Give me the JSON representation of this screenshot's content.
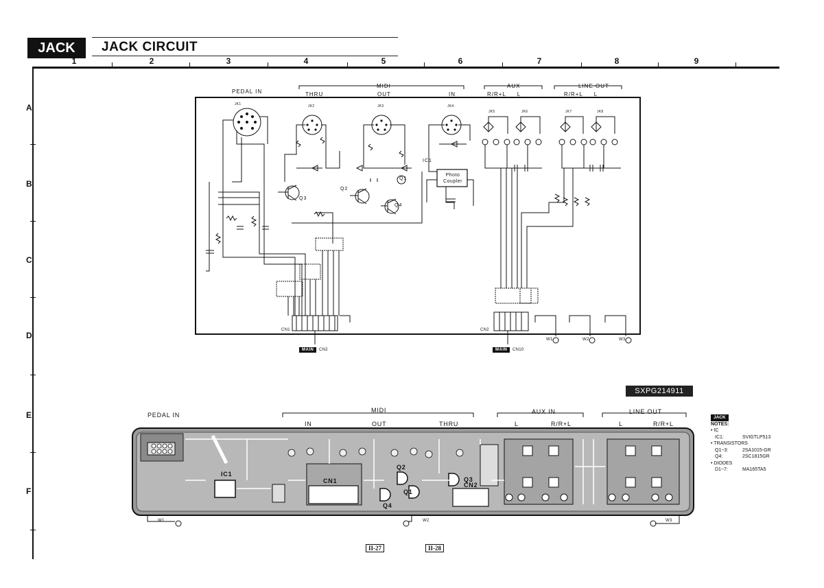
{
  "header": {
    "badge": "JACK",
    "title": "JACK CIRCUIT"
  },
  "columns": [
    "1",
    "2",
    "3",
    "4",
    "5",
    "6",
    "7",
    "8",
    "9"
  ],
  "rows": [
    "A",
    "B",
    "C",
    "D",
    "E",
    "F"
  ],
  "schematic": {
    "pedal_in": "PEDAL IN",
    "midi": "MIDI",
    "thru": "THRU",
    "out": "OUT",
    "in": "IN",
    "aux": "AUX",
    "aux_sub": "R/R+L     L",
    "line_out": "LINE OUT",
    "line_sub": "R/R+L     L",
    "jacks": [
      "JK1",
      "JK2",
      "JK3",
      "JK4",
      "JK5",
      "JK6",
      "JK7",
      "JK8"
    ],
    "photo_coupler": "Photo Coupler",
    "ic1": "IC1",
    "q1": "Q1",
    "q2": "Q2",
    "q3": "Q3",
    "q4": "Q4",
    "cn1": "CN1",
    "cn2": "CN2",
    "main_badge": "MAIN",
    "main_cn2": "CN2",
    "main_cn10": "CN10",
    "w1": "W1",
    "w2": "W2",
    "w3": "W3"
  },
  "part_number": "SXPG214911",
  "pcb": {
    "pedal_in": "PEDAL IN",
    "midi": "MIDI",
    "in": "IN",
    "out": "OUT",
    "thru": "THRU",
    "aux_in": "AUX IN",
    "aux_l": "L",
    "aux_r": "R/R+L",
    "line_out": "LINE OUT",
    "line_l": "L",
    "line_r": "R/R+L",
    "ic1": "IC1",
    "cn1": "CN1",
    "cn2": "CN2",
    "q1": "Q1",
    "q2": "Q2",
    "q3": "Q3",
    "q4": "Q4",
    "w1": "W1",
    "w2": "W2",
    "w3": "W3"
  },
  "notes": {
    "badge": "JACK",
    "title": "NOTES:",
    "ic_head": "• IC",
    "ic1_k": "IC1:",
    "ic1_v": "SVIGTLP513",
    "tr_head": "• TRANSISTORS",
    "q13_k": "Q1~3:",
    "q13_v": "2SA1015-GR",
    "q4_k": "Q4:",
    "q4_v": "2SC1815GR",
    "di_head": "• DIODES",
    "d17_k": "D1~7:",
    "d17_v": "MA165TA5"
  },
  "pages": [
    "II-27",
    "II-28"
  ]
}
